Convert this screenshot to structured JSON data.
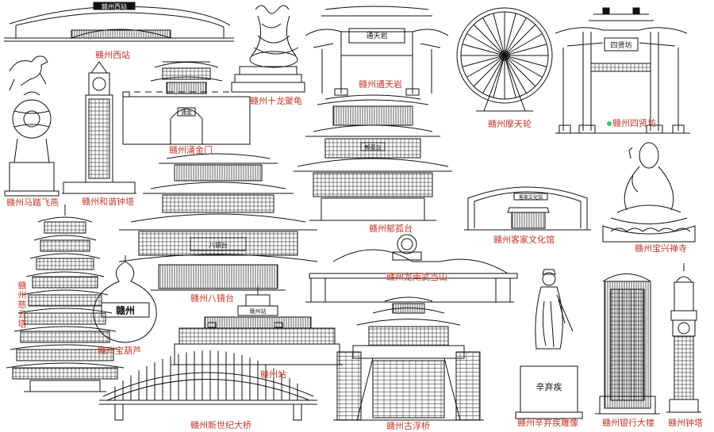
{
  "colors": {
    "line": "#111111",
    "caption": "#c0392b",
    "background": "#ffffff",
    "accent_green": "#2ecc71"
  },
  "signs": {
    "west_station": "赣州西站",
    "tongtianyan": "通天岩",
    "sixian": "四贤坊",
    "yugutai": "郁孤台",
    "yongjin": "涌金",
    "bajingtai": "八镜台",
    "hakka": "客家文化馆",
    "gourd": "赣州",
    "station": "赣州站",
    "xin_qiji": "辛弃疾"
  },
  "labels": {
    "west_station": "赣州西站",
    "shilong": "赣州十龙聚龟",
    "tongtianyan": "赣州通天岩",
    "ferris": "赣州摩天轮",
    "sixian": "赣州四贤坊",
    "yongjin": "赣州涌金门",
    "horse": "赣州马踏飞燕",
    "clock_harmony": "赣州和谐钟塔",
    "yugutai": "赣州郁孤台",
    "hakka": "赣州客家文化馆",
    "baoxing": "赣州宝兴禅寺",
    "ciyun": "赣州慈云塔",
    "bajingtai": "赣州八镜台",
    "longnan": "赣州龙南武当山",
    "gourd": "赣州宝葫芦",
    "station": "赣州站",
    "new_century": "赣州新世纪大桥",
    "fuqiao": "赣州古浮桥",
    "xin_qiji": "赣州辛弃疾雕像",
    "bank": "赣州银行大楼",
    "clocktower": "赣州钟塔"
  }
}
